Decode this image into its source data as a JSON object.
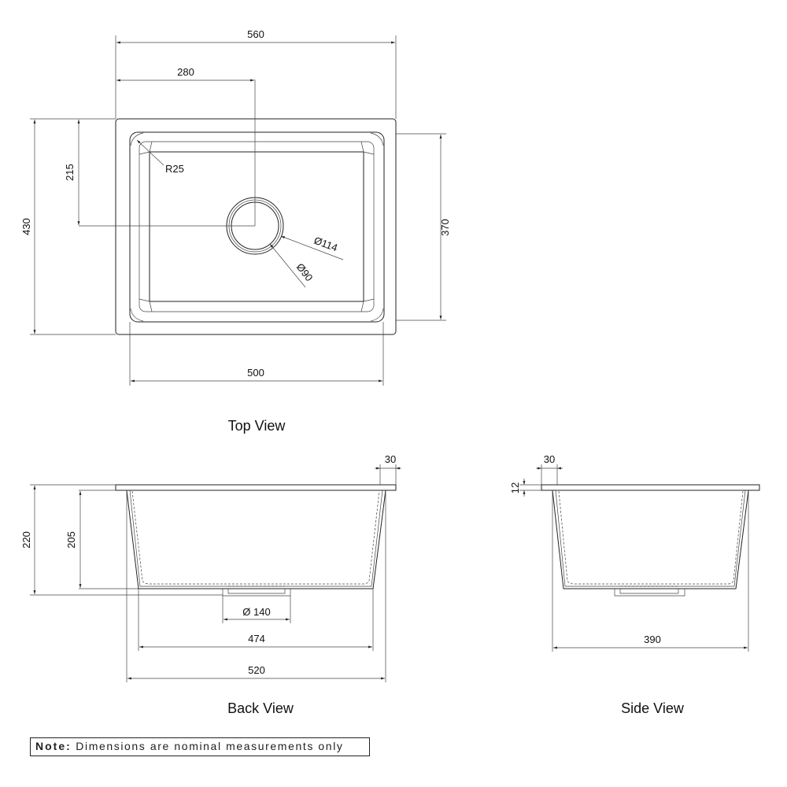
{
  "top_view": {
    "title": "Top View",
    "dims": {
      "overall_width": "560",
      "center_x": "280",
      "overall_depth": "430",
      "center_y": "215",
      "inner_depth": "370",
      "inner_width": "500",
      "corner_radius": "R25",
      "outer_waste_dia": "Ø114",
      "inner_waste_dia": "Ø90"
    }
  },
  "back_view": {
    "title": "Back View",
    "dims": {
      "rim_width": "30",
      "overall_height": "220",
      "bowl_height": "205",
      "waste_dia": "Ø 140",
      "bottom_width": "474",
      "top_width": "520"
    }
  },
  "side_view": {
    "title": "Side View",
    "dims": {
      "rim_width": "30",
      "rim_thickness": "12",
      "width": "390"
    }
  },
  "note": {
    "label": "Note:",
    "text": " Dimensions are nominal measurements only"
  }
}
